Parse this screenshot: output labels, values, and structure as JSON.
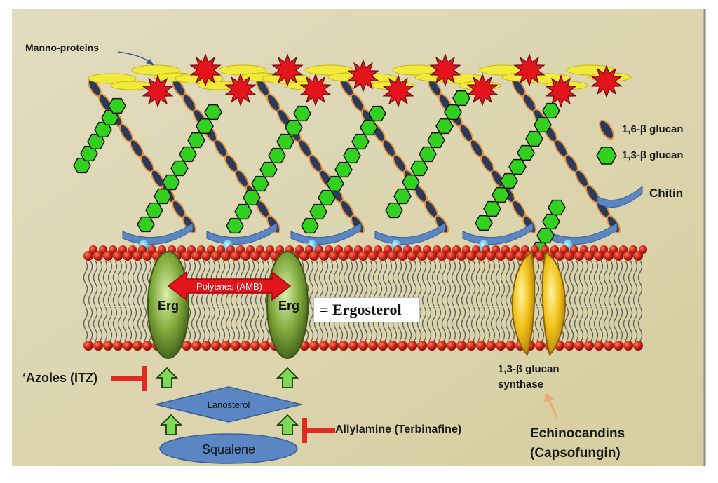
{
  "labels": {
    "manno_proteins": "Manno-proteins",
    "glucan_16": "1,6-β glucan",
    "glucan_13": "1,3-β glucan",
    "chitin": "Chitin",
    "polyenes": "Polyenes (AMB)",
    "erg": "Erg",
    "ergosterol": "= Ergosterol",
    "azoles": "‘Azoles (ITZ)",
    "lanosterol": "Lanosterol",
    "squalene": "Squalene",
    "allylamine": "Allylamine (Terbinafine)",
    "synthase_line1": "1,3-β glucan",
    "synthase_line2": "synthase",
    "echinocandins_line1": "Echinocandins",
    "echinocandins_line2": "(Capsofungin)"
  },
  "colors": {
    "background": "#dcd5b3",
    "mannan_yellow": "#f2ea3a",
    "mannan_red": "#e3141c",
    "hexagon_green": "#33d11f",
    "glucan16_dark": "#2a3a5c",
    "glucan16_outline": "#e8923a",
    "chitin_blue": "#5b86c4",
    "lipid_head": "#d42a1a",
    "ergosterol_green": "#6f9a32",
    "synthase_gold": "#f2c21a",
    "inhibitor_red": "#e02a20",
    "arrow_green": "#7ed957",
    "lanosterol_blue": "#5b86c4"
  },
  "icons": {
    "glucan_16_legend": "dark-ellipse-icon",
    "glucan_13_legend": "green-hexagon-icon",
    "chitin_legend": "blue-arc-icon"
  }
}
